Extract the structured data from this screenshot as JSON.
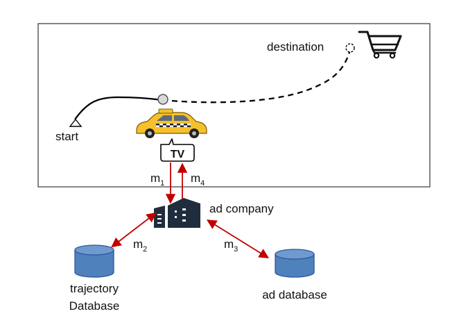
{
  "labels": {
    "start": "start",
    "destination": "destination",
    "tv": "TV",
    "ad_company": "ad company",
    "trajectory_db_line1": "trajectory",
    "trajectory_db_line2": "Database",
    "ad_db": "ad database"
  },
  "messages": {
    "m1": {
      "base": "m",
      "sub": "1"
    },
    "m2": {
      "base": "m",
      "sub": "2"
    },
    "m3": {
      "base": "m",
      "sub": "3"
    },
    "m4": {
      "base": "m",
      "sub": "4"
    }
  },
  "colors": {
    "arrow": "#c00000",
    "db_fill": "#4f81bd",
    "db_stroke": "#2f5597",
    "taxi": "#f6c02d",
    "building": "#1f2d3d"
  },
  "icons": {
    "start": "triangle-icon",
    "destination": "shopping-cart-icon",
    "vehicle": "taxi-icon",
    "company": "office-building-icon",
    "database": "database-cylinder-icon"
  }
}
